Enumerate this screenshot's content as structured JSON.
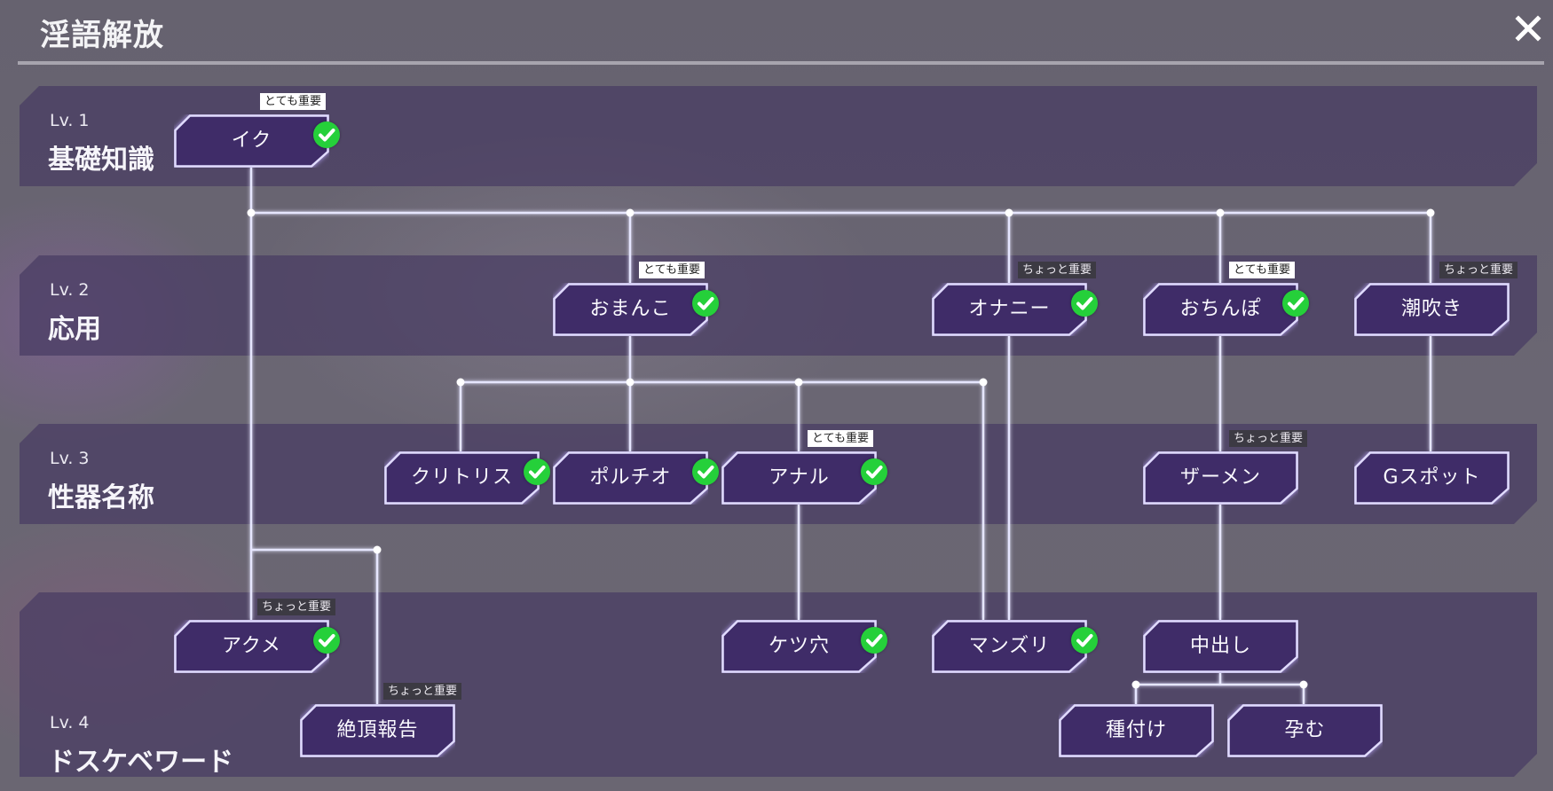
{
  "header": {
    "title": "淫語解放",
    "close_icon": "close-icon"
  },
  "levels": [
    {
      "lv": "Lv. 1",
      "name": "基礎知識"
    },
    {
      "lv": "Lv. 2",
      "name": "応用"
    },
    {
      "lv": "Lv. 3",
      "name": "性器名称"
    },
    {
      "lv": "Lv. 4",
      "name": "ドスケベワード"
    }
  ],
  "importance_labels": {
    "high": "とても重要",
    "mid": "ちょっと重要"
  },
  "nodes": {
    "iku": {
      "label": "イク",
      "level": 1,
      "unlocked": true,
      "importance": "とても重要"
    },
    "omanko": {
      "label": "おまんこ",
      "level": 2,
      "unlocked": true,
      "importance": "とても重要"
    },
    "onani": {
      "label": "オナニー",
      "level": 2,
      "unlocked": true,
      "importance": "ちょっと重要"
    },
    "ochinpo": {
      "label": "おちんぽ",
      "level": 2,
      "unlocked": true,
      "importance": "とても重要"
    },
    "shiofuki": {
      "label": "潮吹き",
      "level": 2,
      "unlocked": false,
      "importance": "ちょっと重要"
    },
    "kuritorisu": {
      "label": "クリトリス",
      "level": 3,
      "unlocked": true,
      "importance": null
    },
    "poruchio": {
      "label": "ポルチオ",
      "level": 3,
      "unlocked": true,
      "importance": null
    },
    "anaru": {
      "label": "アナル",
      "level": 3,
      "unlocked": true,
      "importance": "とても重要"
    },
    "zamen": {
      "label": "ザーメン",
      "level": 3,
      "unlocked": false,
      "importance": "ちょっと重要"
    },
    "gspot": {
      "label": "Gスポット",
      "level": 3,
      "unlocked": false,
      "importance": null
    },
    "akume": {
      "label": "アクメ",
      "level": 4,
      "unlocked": true,
      "importance": "ちょっと重要"
    },
    "zetchou": {
      "label": "絶頂報告",
      "level": 4,
      "unlocked": false,
      "importance": "ちょっと重要"
    },
    "ketsuana": {
      "label": "ケツ穴",
      "level": 4,
      "unlocked": true,
      "importance": null
    },
    "manzuri": {
      "label": "マンズリ",
      "level": 4,
      "unlocked": true,
      "importance": null
    },
    "nakadashi": {
      "label": "中出し",
      "level": 4,
      "unlocked": false,
      "importance": null
    },
    "tanetsuke": {
      "label": "種付け",
      "level": 4,
      "unlocked": false,
      "importance": null
    },
    "haramu": {
      "label": "孕む",
      "level": 4,
      "unlocked": false,
      "importance": null
    }
  },
  "colors": {
    "node_fill": "#3f2c68",
    "node_border": "#d9d4ff",
    "connector": "#e6e6ff",
    "check": "#25d03a",
    "band": "#483c62"
  }
}
